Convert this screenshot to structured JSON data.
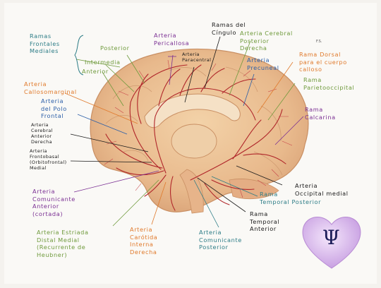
{
  "labels": {
    "ramas_frontales": "Ramas\nFrontales\nMediales",
    "posterior": "Posterior",
    "intermedia": "Intermedia",
    "anterior": "Anterior",
    "arteria_pericallosa": "Arteria\nPericallosa",
    "arteria_paracentral": "Arteria\nParacentral",
    "ramas_del_cingulo": "Ramas del\nCíngulo",
    "arteria_cerebral_posterior_derecha": "Arteria Cerebral\nPosterior\nDerecha",
    "rama_dorsal_cuerpo_calloso": "Rama Dorsal\npara el cuerpo\ncalloso",
    "arteria_precuneal": "Arteria\nPrecuneal",
    "rama_parietooccipital": "Rama\nParietooccipital",
    "arteria_callosomarginal": "Arteria\nCallosomarginal",
    "arteria_polo_frontal": "Arteria\ndel Polo\nFrontal",
    "arteria_cerebral_anterior_derecha": "Arteria\nCerebral\nAnterior\nDerecha",
    "rama_calcarina": "Rama\nCalcarina",
    "arteria_frontobasal": "Arteria\nFrontobasal\n(Orbitofrontal)\nMedial",
    "arteria_occipital_medial": "Arteria\nOccipital medial",
    "arteria_comunicante_anterior": "Arteria\nComunicante\nAnterior\n(cortada)",
    "rama_temporal_posterior": "Rama\nTemporal Posterior",
    "rama_temporal_anterior": "Rama\nTemporal\nAnterior",
    "arteria_estriada_distal_medial": "Arteria Estriada\nDistal Medial\n(Recurrente de\nHeubner)",
    "arteria_carotida_interna_derecha": "Arteria\nCarótida\nInterna\nDerecha",
    "arteria_comunicante_posterior": "Arteria\nComunicante\nPosterior"
  },
  "logo": {
    "glyph": "Ψ"
  },
  "colors": {
    "teal": "#2c7c86",
    "purple": "#7a2f93",
    "orange": "#e07a2c",
    "green": "#6f9a3c",
    "blue": "#2c5fa8",
    "black": "#1a1a1a",
    "artery": "#b0262a"
  }
}
